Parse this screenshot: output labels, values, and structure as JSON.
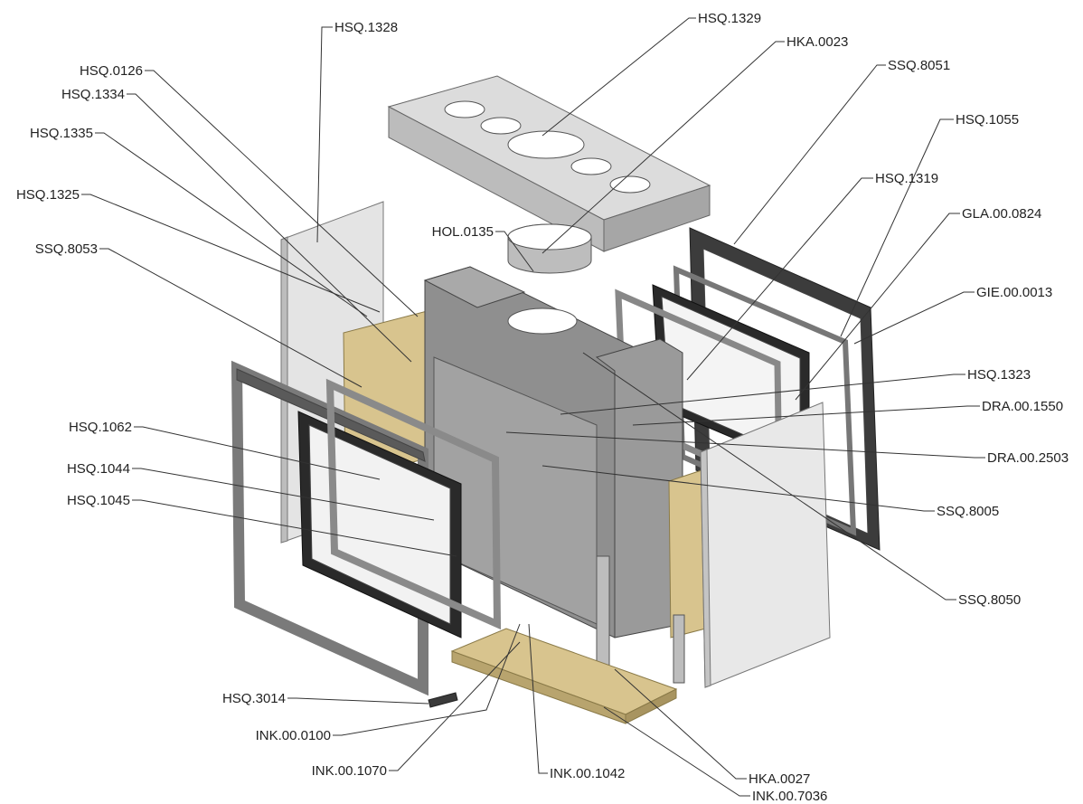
{
  "labels": {
    "hsq_1328": "HSQ.1328",
    "hsq_1329": "HSQ.1329",
    "hka_0023": "HKA.0023",
    "ssq_8051": "SSQ.8051",
    "hsq_0126": "HSQ.0126",
    "hsq_1334": "HSQ.1334",
    "hsq_1335": "HSQ.1335",
    "hsq_1055": "HSQ.1055",
    "hsq_1319": "HSQ.1319",
    "hsq_1325": "HSQ.1325",
    "gla_00_0824": "GLA.00.0824",
    "hol_0135": "HOL.0135",
    "ssq_8053": "SSQ.8053",
    "gie_00_0013": "GIE.00.0013",
    "hsq_1323": "HSQ.1323",
    "dra_00_1550": "DRA.00.1550",
    "hsq_1062": "HSQ.1062",
    "dra_00_2503": "DRA.00.2503",
    "hsq_1044": "HSQ.1044",
    "hsq_1045": "HSQ.1045",
    "ssq_8005": "SSQ.8005",
    "ssq_8050": "SSQ.8050",
    "hsq_3014": "HSQ.3014",
    "ink_00_0100": "INK.00.0100",
    "ink_00_1070": "INK.00.1070",
    "ink_00_1042": "INK.00.1042",
    "hka_0027": "HKA.0027",
    "ink_00_7036": "INK.00.7036"
  },
  "colors": {
    "steel_light": "#d9d9d9",
    "steel_mid": "#a9a9a9",
    "steel_dark": "#6e6e6e",
    "insulation": "#d8c48e",
    "glass_frame": "#2a2a2a",
    "panel_white": "#ececec",
    "line": "#333333"
  }
}
